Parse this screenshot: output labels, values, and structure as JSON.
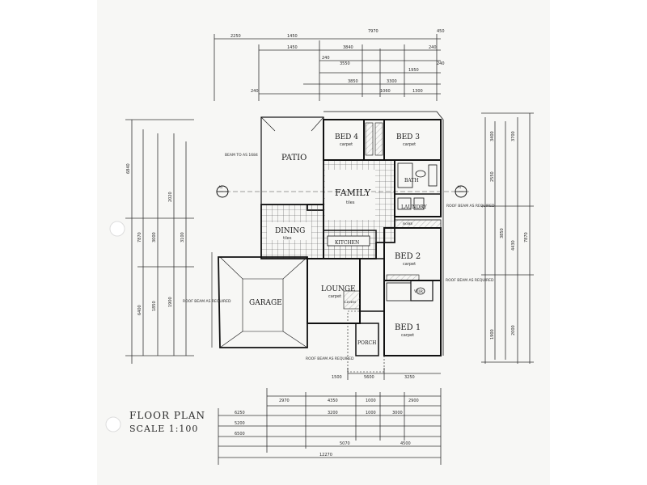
{
  "rooms": {
    "patio": "PATIO",
    "bed4": "BED 4",
    "bed4_note": "carpet",
    "bed3": "BED 3",
    "bed3_note": "carpet",
    "family": "FAMILY",
    "family_note": "tiles",
    "bath": "BATH",
    "laundry": "LAUNDRY",
    "dining": "DINING",
    "dining_note": "tiles",
    "kitchen": "KITCHEN",
    "bed2": "BED 2",
    "bed2_note": "carpet",
    "garage": "GARAGE",
    "lounge": "LOUNGE",
    "lounge_note": "carpet",
    "bed1": "BED 1",
    "bed1_note": "carpet",
    "porch": "PORCH",
    "wir": "WIR",
    "linen": "LINEN",
    "robe": "ROBE"
  },
  "notes": {
    "beam": "BEAM TO AS 1684",
    "roof_beam": "ROOF BEAM AS REQUIRED",
    "section": "A1"
  },
  "title": {
    "line1": "FLOOR PLAN",
    "line2": "SCALE 1:100"
  },
  "dims": {
    "top": [
      "2250",
      "1450",
      "7970",
      "450",
      "1450",
      "3840",
      "240",
      "240",
      "3550",
      "1950",
      "3850",
      "240",
      "3300",
      "1060",
      "1300",
      "240"
    ],
    "bottom": [
      "2970",
      "4350",
      "1000",
      "2900",
      "6250",
      "3200",
      "1000",
      "3000",
      "5200",
      "6500",
      "5070",
      "4500",
      "12270",
      "3250",
      "5600",
      "1500"
    ],
    "left": [
      "6840",
      "7870",
      "3000",
      "2020",
      "3100",
      "6400",
      "1850",
      "1900"
    ],
    "right": [
      "3400",
      "3700",
      "2550",
      "3850",
      "4430",
      "7870",
      "1900",
      "2000"
    ]
  }
}
